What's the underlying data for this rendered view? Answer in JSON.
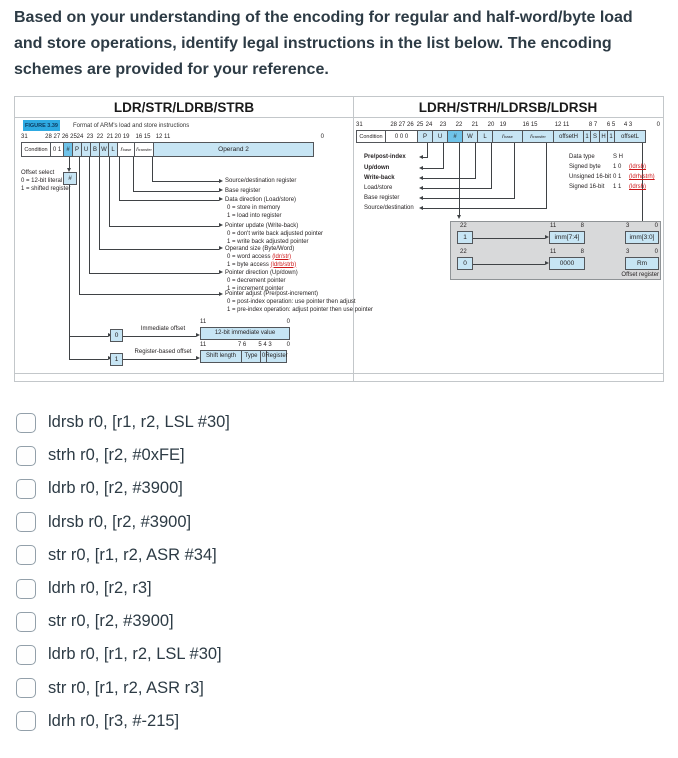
{
  "question": {
    "text": "Based on your understanding of the encoding for regular and half-word/byte load and store operations, identify legal instructions in the list below. The encoding schemes are provided for your reference."
  },
  "figure": {
    "left": {
      "title": "LDR/STR/LDRB/STRB",
      "badge": "FIGURE 3.39",
      "caption": "Format of ARM's load and store instructions",
      "bits": {
        "b31": "31",
        "b28": "28 27 26 25",
        "b24": "24",
        "b23": "23",
        "b22": "22",
        "b21": "21",
        "b2019": "20 19",
        "b1615": "16 15",
        "b1211": "12 11",
        "b0": "0"
      },
      "cells": {
        "condition": "Condition",
        "c01": "0 1",
        "hash": "#",
        "p": "P",
        "u": "U",
        "b": "B",
        "w": "W",
        "l": "L",
        "r1": "r",
        "r1sub": "base",
        "r2": "r",
        "r2sub": "transfer",
        "op2": "Operand 2"
      },
      "offset_select": {
        "l1": "Offset select",
        "l2": "0 = 12-bit literal",
        "l3": "1 = shifted register",
        "box": "#"
      },
      "ann": {
        "srcdst": "Source/destination register",
        "base": "Base register",
        "datadir": "Data direction (Load/store)",
        "datadir0": "0 = store in memory",
        "datadir1": "1 = load into register",
        "wb": "Pointer update (Write-back)",
        "wb0": "0 = don't write back adjusted pointer",
        "wb1": "1 = write back adjusted pointer",
        "size": "Operand size (Byte/Word)",
        "size0": "0 = word access ",
        "size0r": "(ldr/str)",
        "size1": "1 = byte access ",
        "size1r": "(ldrb/strb)",
        "dir": "Pointer direction (Up/down)",
        "dir0": "0 = decrement pointer",
        "dir1": "1 = increment pointer",
        "adj": "Pointer adjust (Pre/post-increment)",
        "adj0": "0 = post-index operation: use pointer then adjust",
        "adj1": "1 = pre-index operation: adjust pointer then use pointer"
      },
      "imm": {
        "box0": "0",
        "label": "Immediate offset",
        "b11": "11",
        "b0": "0",
        "value": "12-bit immediate value"
      },
      "reg": {
        "box1": "1",
        "label": "Register-based offset",
        "b11": "11",
        "b76": "7 6",
        "b543": "5 4 3",
        "b0": "0",
        "shift": "Shift length",
        "type": "Type",
        "zero": "0",
        "register": "Register"
      }
    },
    "right": {
      "title": "LDRH/STRH/LDRSB/LDRSH",
      "bits": {
        "b31": "31",
        "b282726": "28 27 26",
        "b25": "25",
        "b24": "24",
        "b23": "23",
        "b22": "22",
        "b21": "21",
        "b20": "20",
        "b19": "19",
        "b1615": "16 15",
        "b1211": "12 11",
        "b87": "8 7",
        "b65": "6 5",
        "b43": "4 3",
        "b0": "0"
      },
      "cells": {
        "condition": "Condition",
        "c000": "0 0 0",
        "p": "P",
        "u": "U",
        "hash": "#",
        "w": "W",
        "l": "L",
        "r1": "r",
        "r1sub": "base",
        "r2": "r",
        "r2sub": "transfer",
        "offsetH": "offsetH",
        "one1": "1",
        "s": "S",
        "h": "H",
        "one2": "1",
        "offsetL": "offsetL"
      },
      "labels": {
        "pre": "Pre/post-index",
        "ud": "Up/down",
        "wb": "Write-back",
        "ls": "Load/store",
        "base": "Base register",
        "sd": "Source/destination"
      },
      "dtype": {
        "header": "Data type",
        "sh": "S  H",
        "r1": "Signed byte",
        "v1": "1  0",
        "m1": "(ldrsb)",
        "r2": "Unsigned 16-bit",
        "v2": "0  1",
        "m2": "(ldrh/strh)",
        "r3": "Signed 16-bit",
        "v3": "1  1",
        "m3": "(ldrsh)"
      },
      "gray": {
        "b22a": "22",
        "box1": "1",
        "b11a": "11",
        "b8a": "8",
        "immh": "imm[7:4]",
        "b3a": "3",
        "b0a": "0",
        "imml": "imm[3:0]",
        "b22b": "22",
        "box0": "0",
        "b11b": "11",
        "b8b": "8",
        "zeros": "0000",
        "b3b": "3",
        "b0b": "0",
        "rm": "Rm",
        "caption": "Offset register"
      }
    }
  },
  "options": [
    "ldrsb r0, [r1, r2, LSL #30]",
    "strh r0, [r2, #0xFE]",
    "ldrb r0, [r2, #3900]",
    "ldrsb r0, [r2, #3900]",
    "str r0, [r1, r2, ASR #34]",
    "ldrh r0, [r2, r3]",
    "str r0, [r2, #3900]",
    "ldrb r0, [r1, r2, LSL #30]",
    "str r0, [r1, r2, ASR r3]",
    "ldrh r0, [r3, #-215]"
  ]
}
